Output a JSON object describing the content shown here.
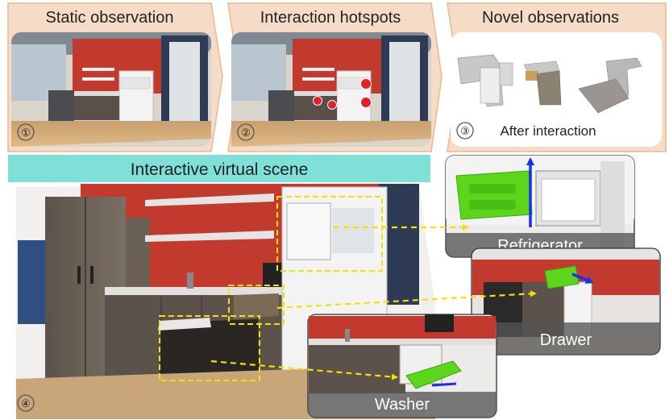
{
  "steps": [
    {
      "number": "①",
      "title": "Static observation"
    },
    {
      "number": "②",
      "title": "Interaction hotspots"
    },
    {
      "number": "③",
      "title": "Novel observations",
      "caption": "After interaction"
    }
  ],
  "scene": {
    "number": "④",
    "banner": "Interactive virtual scene"
  },
  "callouts": [
    {
      "id": "fridge",
      "label": "Refrigerator"
    },
    {
      "id": "drawer",
      "label": "Drawer"
    },
    {
      "id": "washer",
      "label": "Washer"
    }
  ],
  "colors": {
    "panel_bg": "#f6dcc6",
    "panel_border": "#e8b893",
    "banner_bg": "#7fe0d8",
    "hotspot": "#e0202a",
    "dashed_box": "#f2e200",
    "arrow_blue": "#1533e6",
    "highlight_green": "#5bd61c"
  }
}
